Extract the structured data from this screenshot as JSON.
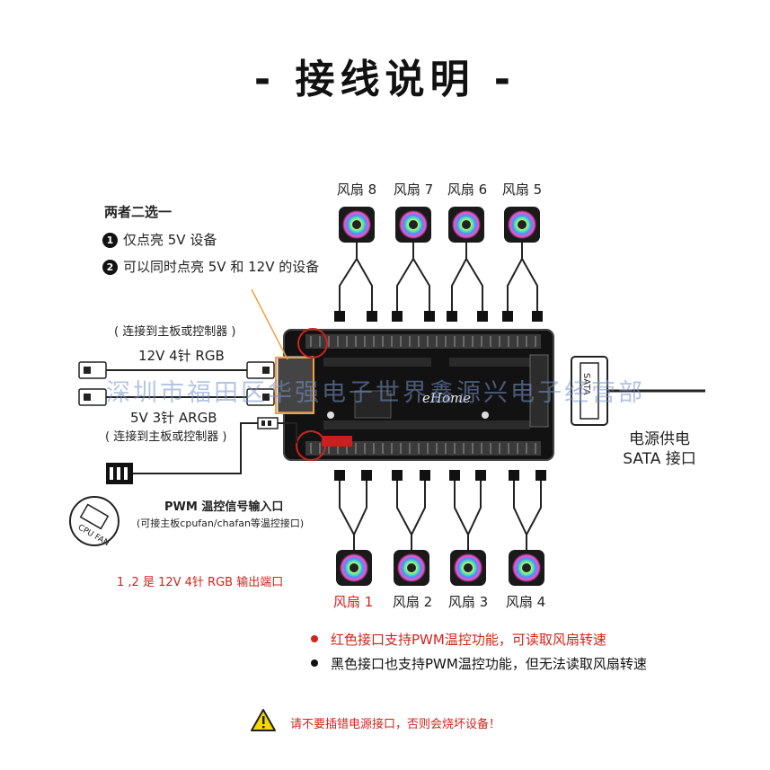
{
  "title": "- 接线说明 -",
  "fans_top": [
    "风扇 8",
    "风扇 7",
    "风扇 6",
    "风扇 5"
  ],
  "fans_bottom": [
    "风扇 1",
    "风扇 2",
    "风扇 3",
    "风扇 4"
  ],
  "choice": {
    "heading": "两者二选一",
    "opt1_num": "1",
    "opt1": "仅点亮 5V 设备",
    "opt2_num": "2",
    "opt2": "可以同时点亮 5V 和 12V 的设备"
  },
  "left": {
    "conn_note_top": "( 连接到主板或控制器 )",
    "rgb12": "12V 4针 RGB",
    "argb5": "5V 3针 ARGB",
    "conn_note_bottom": "( 连接到主板或控制器 )",
    "pwm_title": "PWM 温控信号输入口",
    "pwm_note": "(可接主板cpufan/chafan等温控接口)",
    "cpu_fan_badge": "CPU FAN",
    "port_note": "1 ,2 是 12V 4针 RGB 输出端口"
  },
  "power": {
    "line1": "电源供电",
    "line2": "SATA 接口",
    "sata_badge": "SATA"
  },
  "notes": [
    {
      "text": "红色接口支持PWM温控功能，可读取风扇转速",
      "color": "#d2231c"
    },
    {
      "text": "黑色接口也支持PWM温控功能，但无法读取风扇转速",
      "color": "#111111"
    }
  ],
  "warning": "请不要插错电源接口，否则会烧坏设备！",
  "watermark": "深圳市福田区华强电子世界鑫源兴电子经营部",
  "board_logo": "eHome"
}
